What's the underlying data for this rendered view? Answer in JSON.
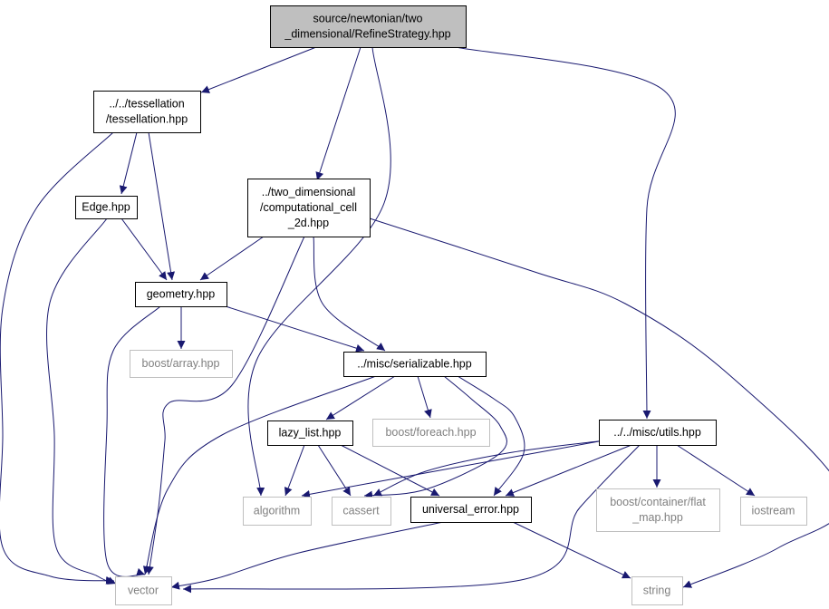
{
  "graph": {
    "edge_color": "#191970",
    "nodes": [
      {
        "id": "refine",
        "kind": "main",
        "lines": [
          "source/newtonian/two",
          "_dimensional/RefineStrategy.hpp"
        ]
      },
      {
        "id": "tessellation",
        "kind": "local",
        "lines": [
          "../../tessellation",
          "/tessellation.hpp"
        ]
      },
      {
        "id": "comp_cell",
        "kind": "local",
        "lines": [
          "../two_dimensional",
          "/computational_cell",
          "_2d.hpp"
        ]
      },
      {
        "id": "edge",
        "kind": "local",
        "lines": [
          "Edge.hpp"
        ]
      },
      {
        "id": "geometry",
        "kind": "local",
        "lines": [
          "geometry.hpp"
        ]
      },
      {
        "id": "boost_array",
        "kind": "external",
        "lines": [
          "boost/array.hpp"
        ]
      },
      {
        "id": "serializable",
        "kind": "local",
        "lines": [
          "../misc/serializable.hpp"
        ]
      },
      {
        "id": "lazy_list",
        "kind": "local",
        "lines": [
          "lazy_list.hpp"
        ]
      },
      {
        "id": "boost_foreach",
        "kind": "external",
        "lines": [
          "boost/foreach.hpp"
        ]
      },
      {
        "id": "utils",
        "kind": "local",
        "lines": [
          "../../misc/utils.hpp"
        ]
      },
      {
        "id": "algorithm",
        "kind": "external",
        "lines": [
          "algorithm"
        ]
      },
      {
        "id": "cassert",
        "kind": "external",
        "lines": [
          "cassert"
        ]
      },
      {
        "id": "universal_error",
        "kind": "local",
        "lines": [
          "universal_error.hpp"
        ]
      },
      {
        "id": "flat_map",
        "kind": "external",
        "lines": [
          "boost/container/flat",
          "_map.hpp"
        ]
      },
      {
        "id": "iostream",
        "kind": "external",
        "lines": [
          "iostream"
        ]
      },
      {
        "id": "vector",
        "kind": "external",
        "lines": [
          "vector"
        ]
      },
      {
        "id": "string",
        "kind": "external",
        "lines": [
          "string"
        ]
      }
    ],
    "edges": [
      {
        "from": "refine",
        "to": "tessellation"
      },
      {
        "from": "refine",
        "to": "comp_cell"
      },
      {
        "from": "refine",
        "to": "algorithm"
      },
      {
        "from": "refine",
        "to": "utils"
      },
      {
        "from": "tessellation",
        "to": "vector"
      },
      {
        "from": "tessellation",
        "to": "edge"
      },
      {
        "from": "tessellation",
        "to": "geometry"
      },
      {
        "from": "edge",
        "to": "geometry"
      },
      {
        "from": "edge",
        "to": "vector"
      },
      {
        "from": "comp_cell",
        "to": "geometry"
      },
      {
        "from": "comp_cell",
        "to": "vector"
      },
      {
        "from": "comp_cell",
        "to": "serializable"
      },
      {
        "from": "comp_cell",
        "to": "string"
      },
      {
        "from": "geometry",
        "to": "vector"
      },
      {
        "from": "geometry",
        "to": "boost_array"
      },
      {
        "from": "geometry",
        "to": "serializable"
      },
      {
        "from": "serializable",
        "to": "vector"
      },
      {
        "from": "serializable",
        "to": "lazy_list"
      },
      {
        "from": "serializable",
        "to": "boost_foreach"
      },
      {
        "from": "serializable",
        "to": "cassert"
      },
      {
        "from": "serializable",
        "to": "universal_error"
      },
      {
        "from": "lazy_list",
        "to": "algorithm"
      },
      {
        "from": "lazy_list",
        "to": "cassert"
      },
      {
        "from": "lazy_list",
        "to": "universal_error"
      },
      {
        "from": "utils",
        "to": "algorithm"
      },
      {
        "from": "utils",
        "to": "cassert"
      },
      {
        "from": "utils",
        "to": "universal_error"
      },
      {
        "from": "utils",
        "to": "flat_map"
      },
      {
        "from": "utils",
        "to": "iostream"
      },
      {
        "from": "utils",
        "to": "vector"
      },
      {
        "from": "universal_error",
        "to": "vector"
      },
      {
        "from": "universal_error",
        "to": "string"
      }
    ]
  }
}
